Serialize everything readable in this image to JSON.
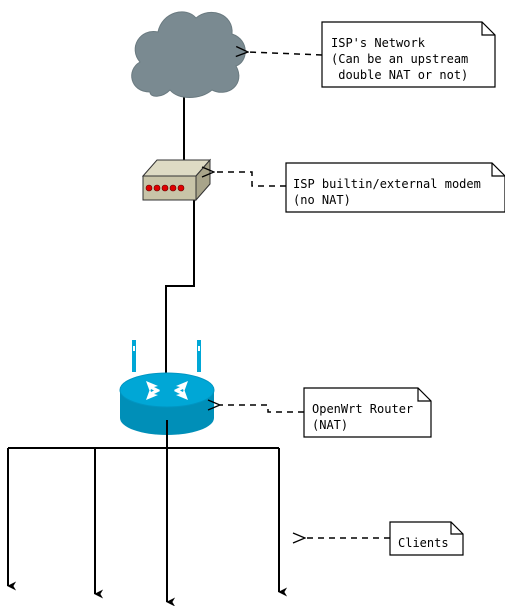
{
  "notes": {
    "isp_network": {
      "line1": "ISP's Network",
      "line2": "(Can be an upstream",
      "line3": " double NAT or not)"
    },
    "modem": {
      "line1": "ISP builtin/external modem",
      "line2": "(no NAT)"
    },
    "router": {
      "line1": "OpenWrt Router",
      "line2": "(NAT)"
    },
    "clients": {
      "line1": "Clients"
    }
  },
  "icons": {
    "cloud": "cloud-icon",
    "modem": "modem-icon",
    "router": "router-icon"
  },
  "colors": {
    "cloud_fill": "#7a8a91",
    "modem_body": "#c8c4a8",
    "modem_led": "#e00000",
    "router_fill": "#00a7d6",
    "router_dark": "#008fb8",
    "line": "#000000"
  }
}
